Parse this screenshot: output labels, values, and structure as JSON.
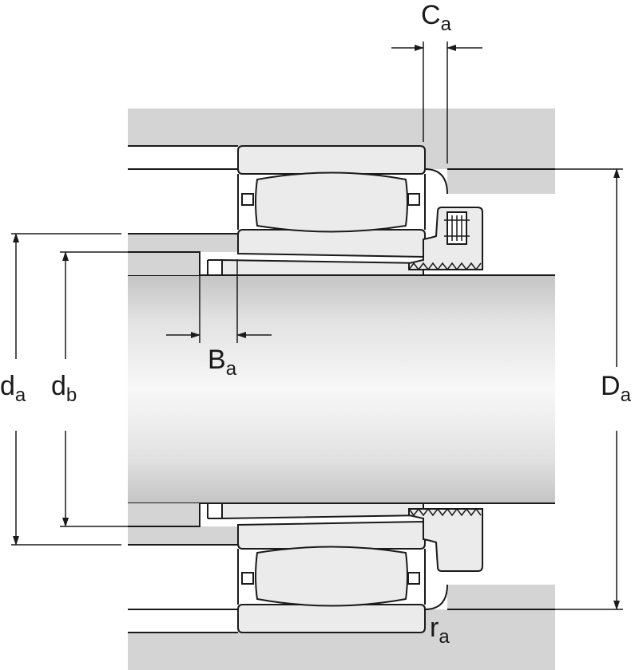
{
  "labels": {
    "Ca": {
      "main": "C",
      "sub": "a"
    },
    "Ba": {
      "main": "B",
      "sub": "a"
    },
    "da": {
      "main": "d",
      "sub": "a"
    },
    "db": {
      "main": "d",
      "sub": "b"
    },
    "Da": {
      "main": "D",
      "sub": "a"
    },
    "ra": {
      "main": "r",
      "sub": "a"
    }
  },
  "colors": {
    "housing": "#d4d4d4",
    "line": "#1a1a1a",
    "shaft_edge": "#c8c8c8",
    "shaft_center": "#f7f7f7",
    "metal": "#ebebeb"
  }
}
